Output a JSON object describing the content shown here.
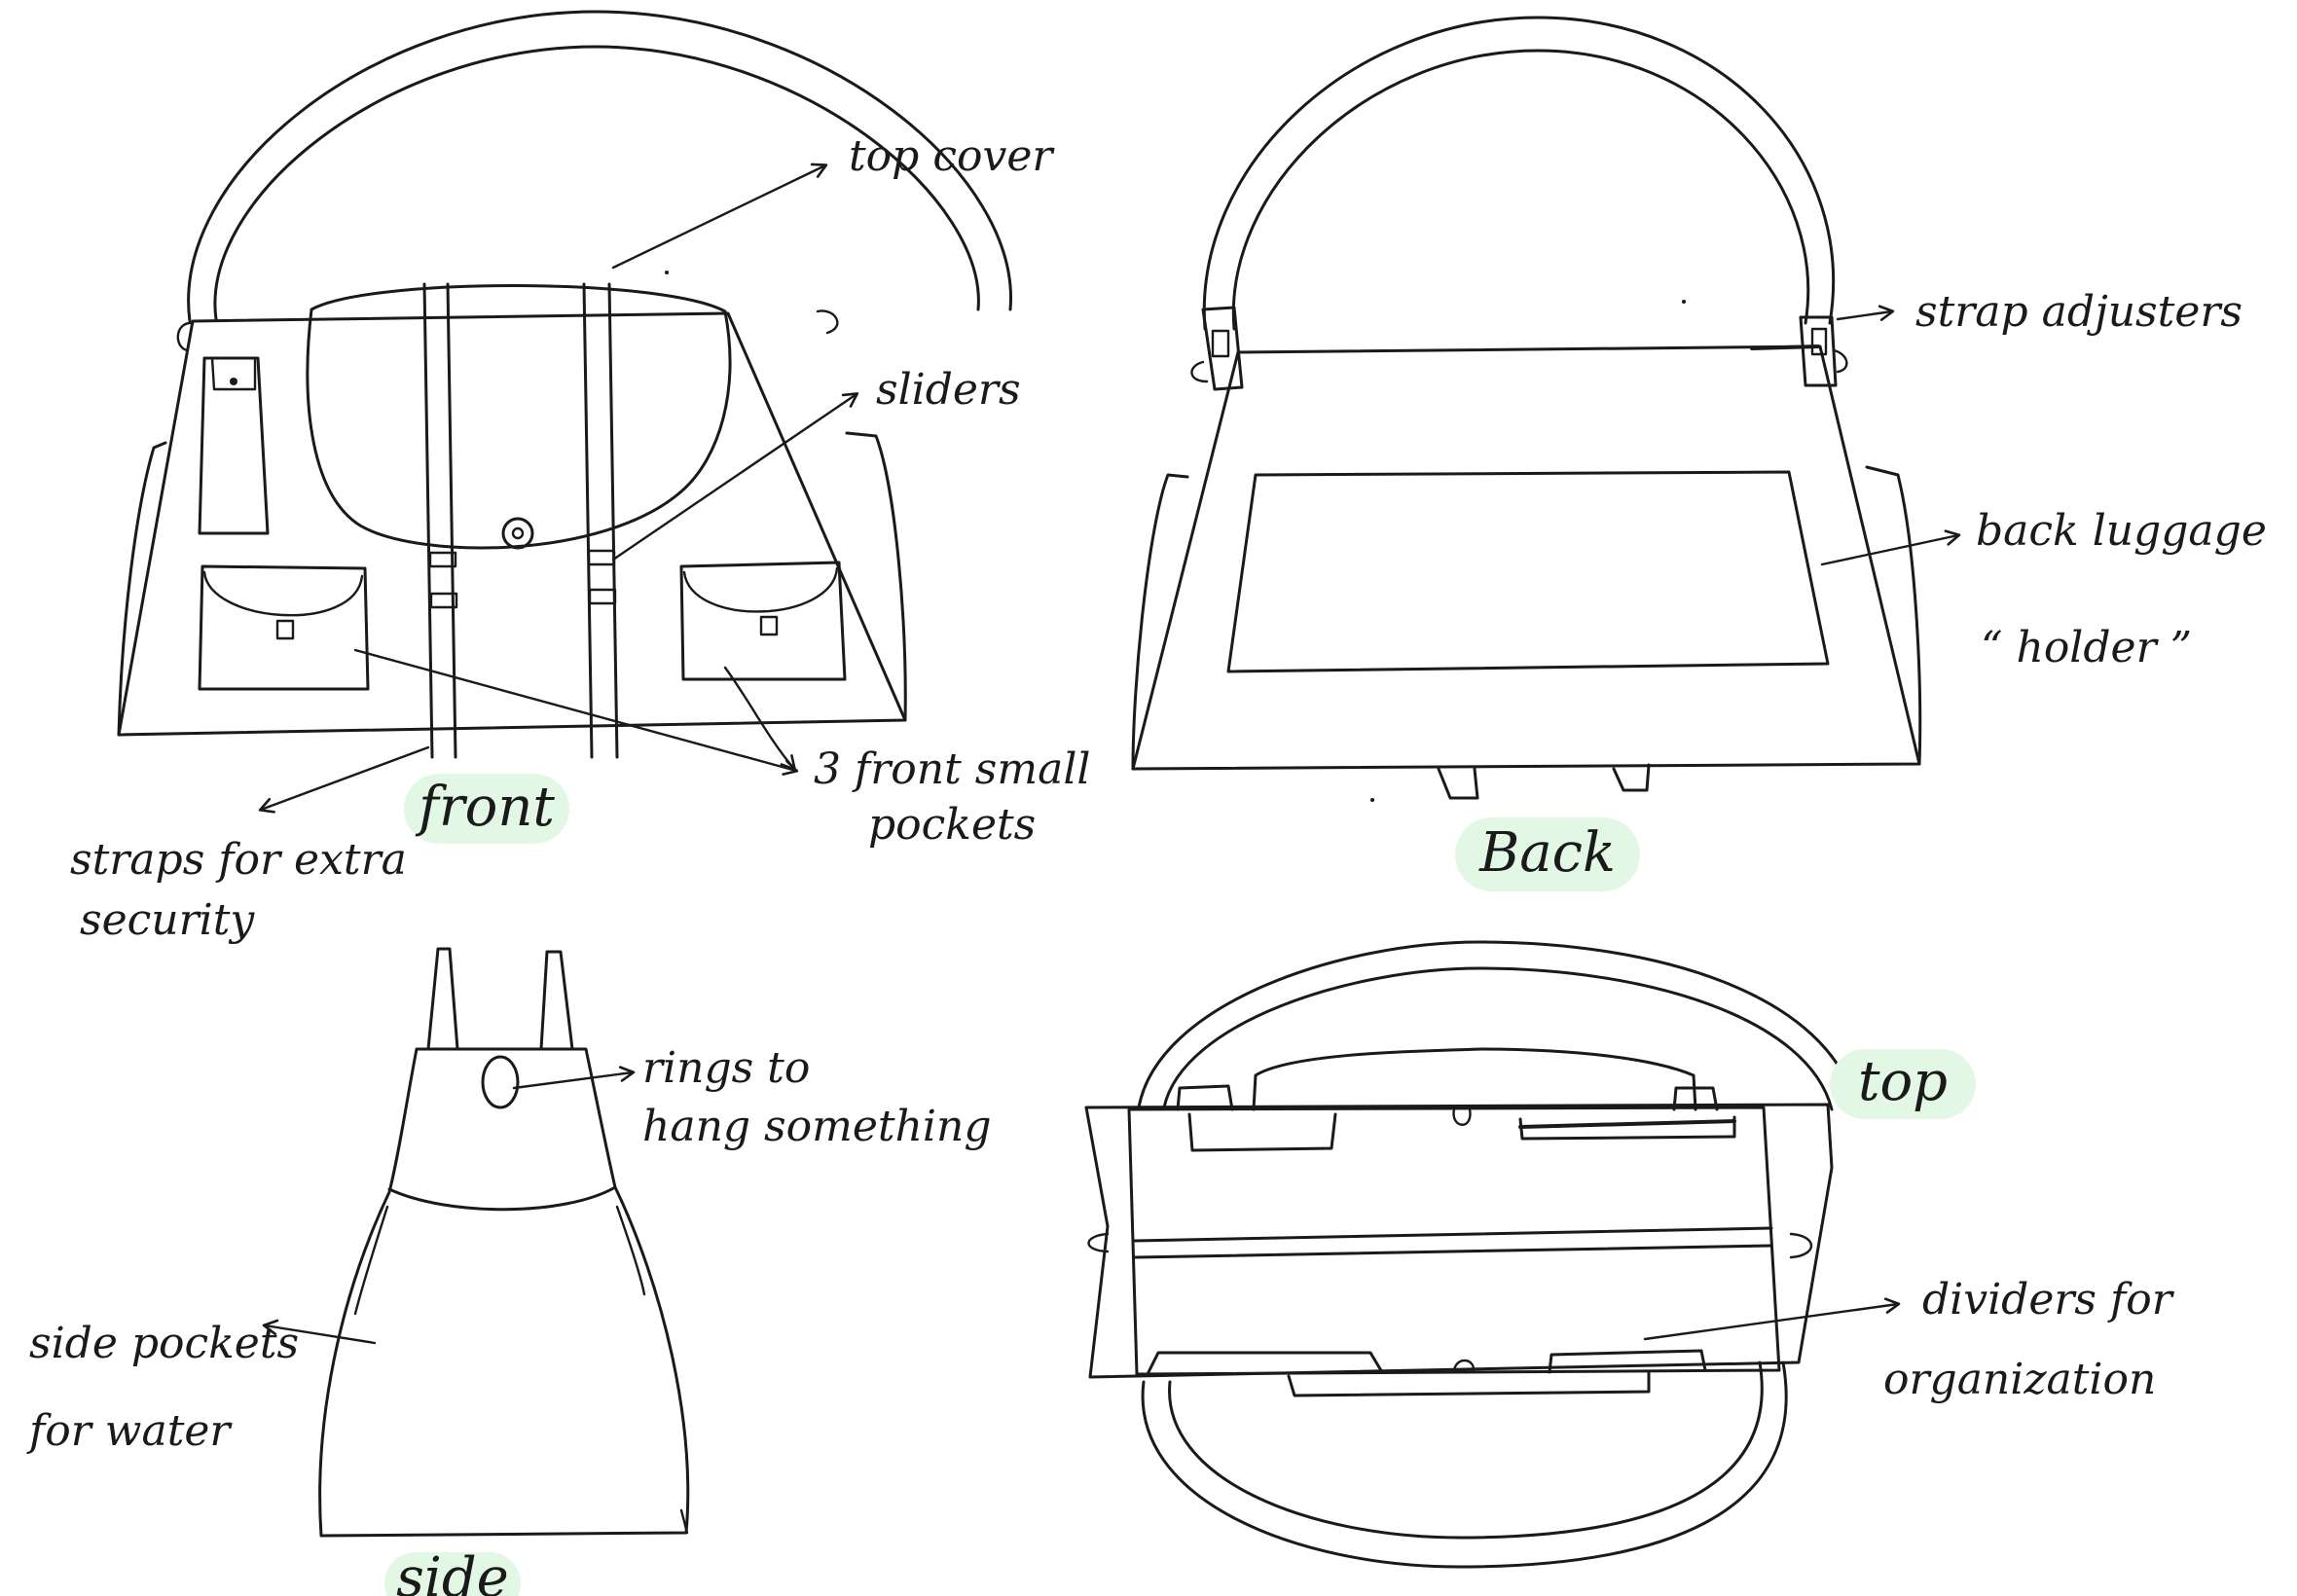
{
  "views": {
    "front": "front",
    "back": "Back",
    "side": "side",
    "top": "top"
  },
  "notes": {
    "top_cover": "top  cover",
    "sliders": "sliders",
    "straps_line1": "straps  for  extra",
    "straps_line2": "security",
    "pockets_line1": "3  front  small",
    "pockets_line2": "pockets",
    "strap_adjusters": "strap  adjusters",
    "back_luggage_line1": "back  luggage",
    "back_luggage_line2": "“ holder ”",
    "rings_line1": "rings  to",
    "rings_line2": "hang  something",
    "side_pockets_line1": "side  pockets",
    "side_pockets_line2": "for  water",
    "dividers_line1": "dividers  for",
    "dividers_line2": "organization"
  },
  "colors": {
    "ink": "#1a1a1a",
    "highlight": "#e3f7e5",
    "paper": "#ffffff"
  }
}
